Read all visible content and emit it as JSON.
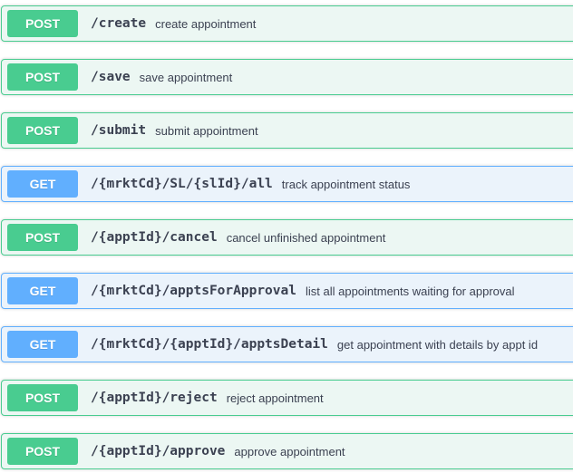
{
  "colors": {
    "post": "#49cc90",
    "post_bg": "#ecf7f3",
    "get": "#61affe",
    "get_bg": "#ebf3fb",
    "text": "#3b4151"
  },
  "operations": [
    {
      "method": "POST",
      "path": "/create",
      "description": "create appointment"
    },
    {
      "method": "POST",
      "path": "/save",
      "description": "save appointment"
    },
    {
      "method": "POST",
      "path": "/submit",
      "description": "submit appointment"
    },
    {
      "method": "GET",
      "path": "/{mrktCd}/SL/{slId}/all",
      "description": "track appointment status"
    },
    {
      "method": "POST",
      "path": "/{apptId}/cancel",
      "description": "cancel unfinished appointment"
    },
    {
      "method": "GET",
      "path": "/{mrktCd}/apptsForApproval",
      "description": "list all appointments waiting for approval"
    },
    {
      "method": "GET",
      "path": "/{mrktCd}/{apptId}/apptsDetail",
      "description": "get appointment with details by appt id"
    },
    {
      "method": "POST",
      "path": "/{apptId}/reject",
      "description": "reject appointment"
    },
    {
      "method": "POST",
      "path": "/{apptId}/approve",
      "description": "approve appointment"
    }
  ]
}
